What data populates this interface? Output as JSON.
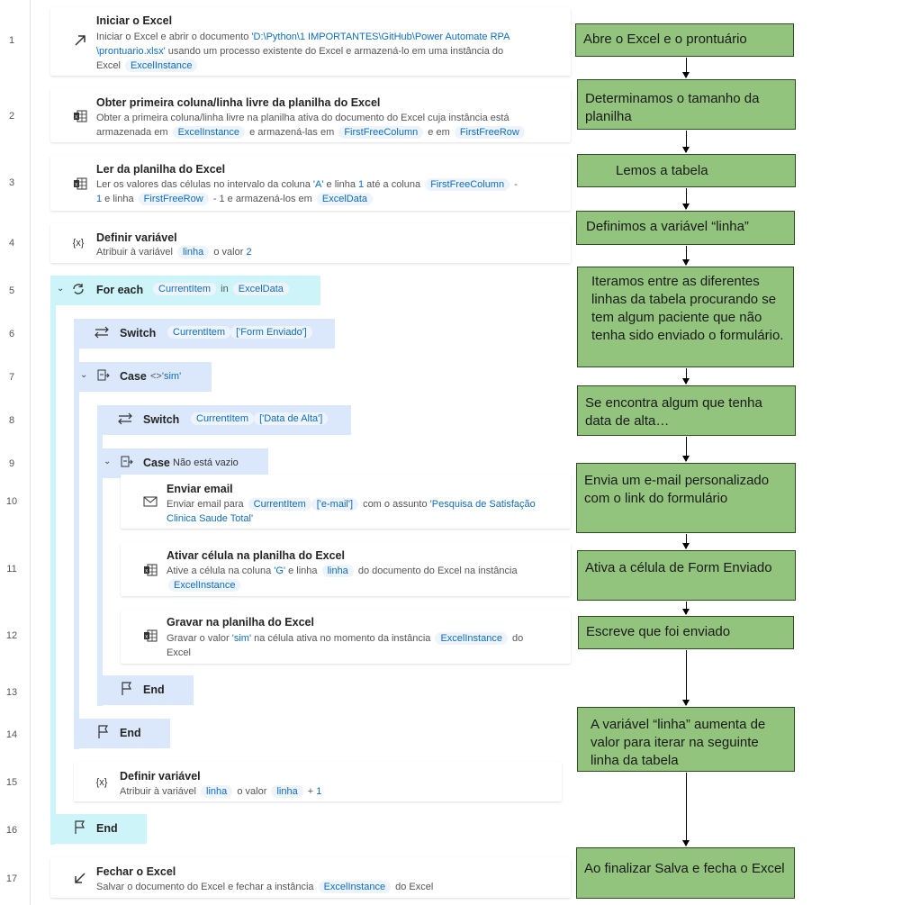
{
  "line_numbers": [
    "1",
    "2",
    "3",
    "4",
    "5",
    "6",
    "7",
    "8",
    "9",
    "10",
    "11",
    "12",
    "13",
    "14",
    "15",
    "16",
    "17"
  ],
  "actions": {
    "a1": {
      "title": "Iniciar o Excel",
      "d1": "Iniciar o Excel e abrir o documento ",
      "path1": "'D:\\Python\\1 IMPORTANTES\\GitHub\\Power Automate RPA",
      "path2": "\\prontuario.xlsx'",
      "d2": " usando um processo existente do Excel e armazená-lo em uma instância do",
      "d3": "Excel",
      "var": "ExcelInstance"
    },
    "a2": {
      "title": "Obter primeira coluna/linha livre da planilha do Excel",
      "d1": "Obter a primeira coluna/linha livre na planilha ativa do documento do Excel cuja instância está",
      "d2": "armazenada em",
      "var1": "ExcelInstance",
      "d3": "e armazená-las em",
      "var2": "FirstFreeColumn",
      "d4": "e em",
      "var3": "FirstFreeRow"
    },
    "a3": {
      "title": "Ler da planilha do Excel",
      "d1": "Ler os valores das células no intervalo da coluna ",
      "col": "'A'",
      "d2": " e linha ",
      "num1": "1",
      "d3": " até a coluna",
      "var1": "FirstFreeColumn",
      "d4": "-",
      "num2": "1",
      "d5": " e linha",
      "var2": "FirstFreeRow",
      "d6": "- 1 e armazená-los em",
      "var3": "ExcelData"
    },
    "a4": {
      "title": "Definir variável",
      "d1": "Atribuir à variável",
      "var": "linha",
      "d2": "o valor",
      "num": "2"
    },
    "a5": {
      "title": "For each",
      "var1": "CurrentItem",
      "kw": "in",
      "var2": "ExcelData"
    },
    "a6": {
      "title": "Switch",
      "var": "CurrentItem",
      "idx": "['Form Enviado']"
    },
    "a7": {
      "title": "Case",
      "op": "<>",
      "val": "'sim'"
    },
    "a8": {
      "title": "Switch",
      "var": "CurrentItem",
      "idx": "['Data de Alta']"
    },
    "a9": {
      "title": "Case",
      "cond": "Não está vazio"
    },
    "a10": {
      "title": "Enviar email",
      "d1": "Enviar email para",
      "var": "CurrentItem",
      "idx": "['e-mail']",
      "d2": "com o assunto",
      "subj1": "'Pesquisa de Satisfação",
      "subj2": "Clinica Saude Total'"
    },
    "a11": {
      "title": "Ativar célula na planilha do Excel",
      "d1": "Ative a célula na coluna ",
      "col": "'G'",
      "d2": " e linha",
      "var1": "linha",
      "d3": "do documento do Excel na instância",
      "var2": "ExcelInstance"
    },
    "a12": {
      "title": "Gravar na planilha do Excel",
      "d1": "Gravar o valor ",
      "val": "'sim'",
      "d2": " na célula ativa no momento da instância",
      "var": "ExcelInstance",
      "d3": "do",
      "d4": "Excel"
    },
    "a13": {
      "title": "End"
    },
    "a14": {
      "title": "End"
    },
    "a15": {
      "title": "Definir variável",
      "d1": "Atribuir à variável",
      "var1": "linha",
      "d2": "o valor",
      "var2": "linha",
      "d3": "+",
      "num": "1"
    },
    "a16": {
      "title": "End"
    },
    "a17": {
      "title": "Fechar o Excel",
      "d1": "Salvar o documento do Excel e fechar a instância",
      "var": "ExcelInstance",
      "d2": "do Excel"
    }
  },
  "flowchart": {
    "b1": "Abre o Excel e o prontuário",
    "b2": "Determinamos o tamanho da planilha",
    "b3": "Lemos a tabela",
    "b4": "Definimos a variável “linha”",
    "b5": "Iteramos entre as diferentes linhas da tabela procurando se tem algum paciente que não tenha sido enviado o formulário.",
    "b6": "Se encontra algum que tenha data de alta…",
    "b7": "Envia um e-mail personalizado com o link do formulário",
    "b8": "Ativa a célula de Form Enviado",
    "b9": "Escreve que foi enviado",
    "b10": "A variável “linha” aumenta de valor para iterar na seguinte linha da tabela",
    "b11": "Ao finalizar Salva e  fecha o Excel"
  },
  "colors": {
    "accent": "#0f6cbd",
    "loop_block": "#cdf4f8",
    "switch_block": "#dbe8fb",
    "flow_box": "#93c47d"
  },
  "icons": [
    "launch-excel-icon",
    "excel-icon",
    "variable-icon",
    "loop-icon",
    "switch-icon",
    "case-icon",
    "email-icon",
    "end-flag-icon",
    "close-excel-icon"
  ]
}
